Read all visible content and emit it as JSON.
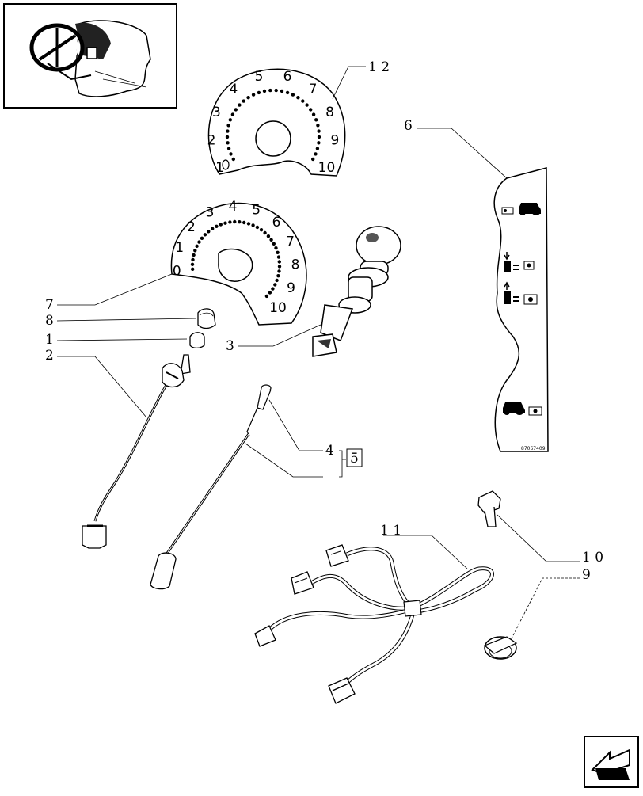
{
  "callouts": {
    "c1": "1",
    "c2": "2",
    "c3": "3",
    "c4": "4",
    "c5": "5",
    "c6": "6",
    "c7": "7",
    "c8": "8",
    "c9": "9",
    "c10": "1 0",
    "c11": "1 1",
    "c12": "1 2"
  },
  "dial_upper": {
    "numbers": [
      "1",
      "2",
      "3",
      "4",
      "5",
      "6",
      "7",
      "8",
      "9",
      "10"
    ]
  },
  "dial_lower": {
    "numbers": [
      "0",
      "1",
      "2",
      "3",
      "4",
      "5",
      "6",
      "7",
      "8",
      "9",
      "10"
    ]
  },
  "decal_code": "87067409",
  "icons": [
    "thumbnail-tractor-cab-icon",
    "nav-arrow-icon",
    "tractor-icon",
    "pto-symbol-icon"
  ]
}
